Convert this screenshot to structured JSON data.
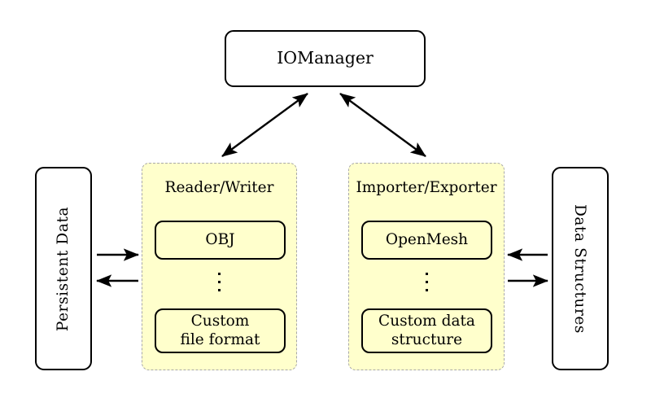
{
  "diagram": {
    "title_node": {
      "label": "IOManager"
    },
    "groups": [
      {
        "name": "reader-writer",
        "title": "Reader/Writer",
        "first_item": "OBJ",
        "ellipsis": "vertical-dots",
        "last_item": "Custom\nfile format",
        "last_item_line1": "Custom",
        "last_item_line2": "file format"
      },
      {
        "name": "importer-exporter",
        "title": "Importer/Exporter",
        "first_item": "OpenMesh",
        "ellipsis": "vertical-dots",
        "last_item": "Custom data\nstructure",
        "last_item_line1": "Custom data",
        "last_item_line2": "structure"
      }
    ],
    "side_boxes": [
      {
        "name": "persistent-data",
        "label": "Persistent Data",
        "orientation": "rotated-counter-clockwise"
      },
      {
        "name": "data-structures",
        "label": "Data Structures",
        "orientation": "rotated-clockwise"
      }
    ],
    "connections": [
      {
        "name": "manager-to-reader-writer",
        "from": "IOManager",
        "to": "Reader/Writer",
        "style": "double-headed-diagonal-arrow"
      },
      {
        "name": "manager-to-importer-exporter",
        "from": "IOManager",
        "to": "Importer/Exporter",
        "style": "double-headed-diagonal-arrow"
      },
      {
        "name": "persistent-data-to-reader-writer",
        "from": "Persistent Data",
        "to": "Reader/Writer",
        "style": "arrow-right"
      },
      {
        "name": "reader-writer-to-persistent-data",
        "from": "Reader/Writer",
        "to": "Persistent Data",
        "style": "arrow-left"
      },
      {
        "name": "data-structures-to-importer-exporter",
        "from": "Data Structures",
        "to": "Importer/Exporter",
        "style": "arrow-left"
      },
      {
        "name": "importer-exporter-to-data-structures",
        "from": "Importer/Exporter",
        "to": "Data Structures",
        "style": "arrow-right"
      }
    ],
    "colors": {
      "panel_fill": "#ffffcc",
      "panel_border": "#a8a8a8",
      "node_border": "#000000",
      "node_fill": "#ffffff",
      "background": "#ffffff",
      "arrow": "#000000"
    }
  }
}
